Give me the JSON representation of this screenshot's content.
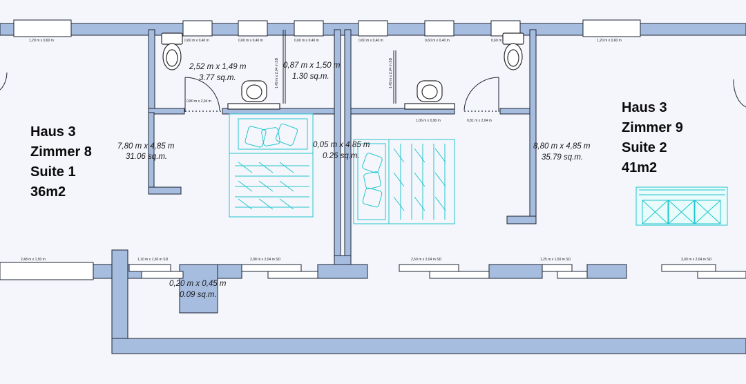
{
  "rooms": {
    "left": {
      "house": "Haus 3",
      "room": "Zimmer 8",
      "suite": "Suite 1",
      "area": "36m2",
      "dims": "7,80 m x 4,85 m",
      "sqm": "31.06 sq.m."
    },
    "right": {
      "house": "Haus 3",
      "room": "Zimmer 9",
      "suite": "Suite 2",
      "area": "41m2",
      "dims": "8,80 m x 4,85 m",
      "sqm": "35.79 sq.m."
    },
    "bath_left": {
      "dims": "2,52 m x 1,49 m",
      "sqm": "3.77 sq.m."
    },
    "bath_mid": {
      "dims": "0,87 m x 1,50 m",
      "sqm": "1.30 sq.m."
    },
    "corridor": {
      "dims": "0,05 m x 4,85 m",
      "sqm": "0.26 sq.m."
    },
    "shaft": {
      "dims": "0,20 m x 0,45 m",
      "sqm": "0.09 sq.m."
    }
  },
  "window_labels": {
    "top_1": "1,20 m x 0,60 m",
    "top_2": "0,60 m x 0,40 m",
    "top_3": "0,60 m x 0,40 m",
    "top_4": "0,60 m x 0,40 m",
    "top_5": "0,60 m x 0,40 m",
    "top_6": "0,60 m x 0,40 m",
    "top_7": "0,60 m x 0,40 m",
    "top_8": "1,20 m x 0,60 m",
    "bottom_1": "2,48 m x 1,50 m",
    "bottom_2": "1,10 m x 1,50 m SD",
    "bottom_3": "2,08 m x 2,04 m SD",
    "bottom_4": "2,50 m x 2,04 m SD",
    "bottom_5": "1,25 m x 1,50 m SD",
    "bottom_6": "3,00 m x 2,04 m SD"
  },
  "door_labels": {
    "bath_left": "0,80 m x 2,04 m",
    "bath_right": "0,81 m x 2,04 m",
    "sink_right": "1,06 m x 0,90 m",
    "v_left": "1,49 m x 2,04 m SD",
    "v_right": "1,49 m x 2,04 m SD"
  },
  "colors": {
    "wall": "#a7bde0",
    "furniture": "#1fc6cc",
    "background": "#f5f6fc"
  }
}
